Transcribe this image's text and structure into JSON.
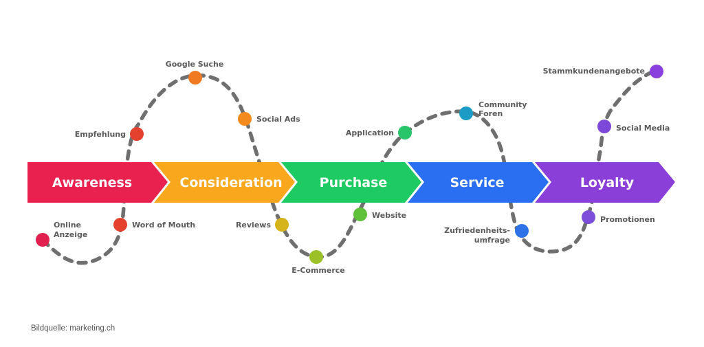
{
  "stages": [
    {
      "label": "Awareness",
      "color": "#e8214f"
    },
    {
      "label": "Consideration",
      "color": "#f9a81e"
    },
    {
      "label": "Purchase",
      "color": "#1ecb62"
    },
    {
      "label": "Service",
      "color": "#2a6ef2"
    },
    {
      "label": "Loyalty",
      "color": "#8a3fd9"
    }
  ],
  "touchpoints": [
    {
      "label": "Online",
      "label2": "Anzeige",
      "color": "#e0204e"
    },
    {
      "label": "Word of Mouth",
      "color": "#e5412f"
    },
    {
      "label": "Empfehlung",
      "color": "#e5412f"
    },
    {
      "label": "Google Suche",
      "color": "#f07a22"
    },
    {
      "label": "Social Ads",
      "color": "#f28a1e"
    },
    {
      "label": "Reviews",
      "color": "#d4b41a"
    },
    {
      "label": "E-Commerce",
      "color": "#9cc128"
    },
    {
      "label": "Website",
      "color": "#5fc03a"
    },
    {
      "label": "Application",
      "color": "#29c56a"
    },
    {
      "label": "Community",
      "label2": "Foren",
      "color": "#1a9cc4"
    },
    {
      "label": "Zufriedenheits-",
      "label2": "umfrage",
      "color": "#2f72e8"
    },
    {
      "label": "Promotionen",
      "color": "#7d4ed9"
    },
    {
      "label": "Social Media",
      "color": "#7b48d8"
    },
    {
      "label": "Stammkundenangebote",
      "color": "#8a40dc"
    }
  ],
  "source": "Bildquelle: marketing.ch"
}
